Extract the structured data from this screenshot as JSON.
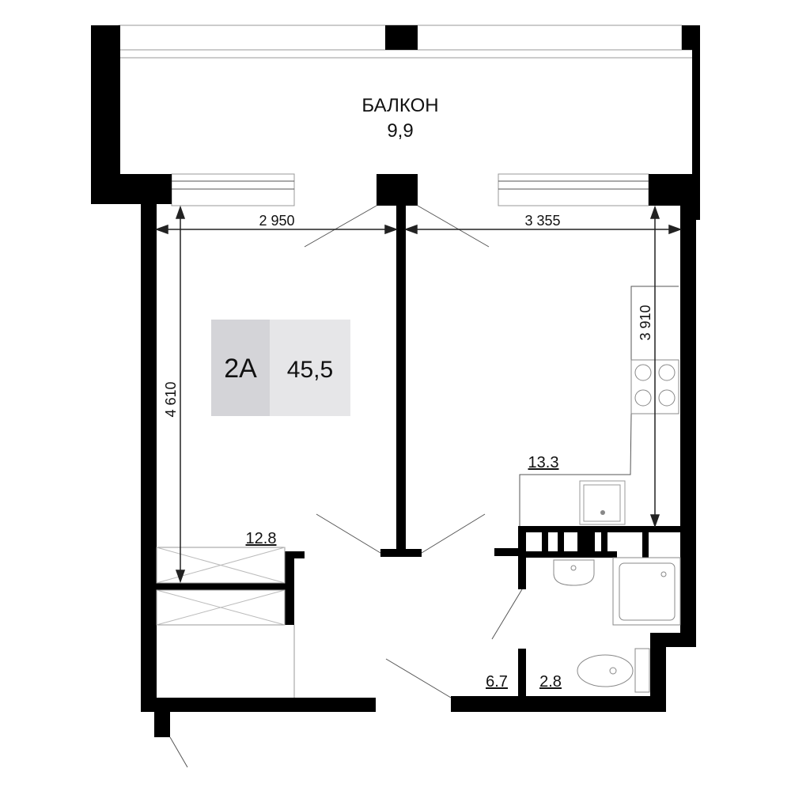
{
  "plan": {
    "balcony": {
      "label": "БАЛКОН",
      "area": "9,9"
    },
    "dimensions": {
      "left_width": "2 950",
      "right_width": "3 355",
      "left_depth": "4 610",
      "right_depth": "3 910"
    },
    "badge": {
      "type": "2А",
      "total_area": "45,5",
      "type_color": "#d4d4d8",
      "area_color": "#e6e6e8"
    },
    "rooms": {
      "bedroom": "12.8",
      "kitchen_living": "13.3",
      "hall": "6.7",
      "bathroom": "2.8"
    }
  }
}
